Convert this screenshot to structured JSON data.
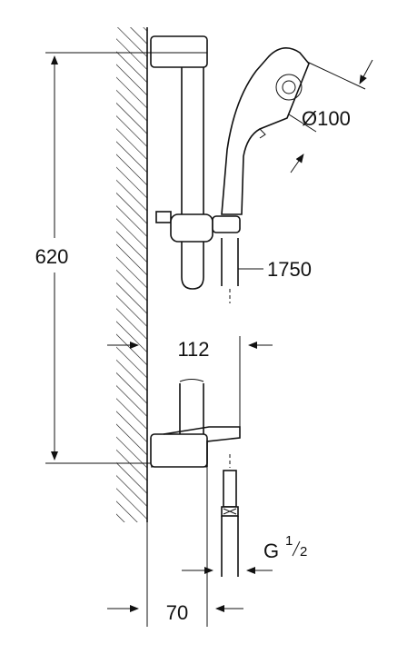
{
  "dimensions": {
    "rail_height": "620",
    "head_diameter": "Ø100",
    "hose_length": "1750",
    "bracket_projection": "112",
    "wall_offset": "70",
    "thread": {
      "main": "G",
      "num": "1",
      "den": "2"
    }
  },
  "colors": {
    "line": "#111111",
    "background": "#ffffff"
  }
}
